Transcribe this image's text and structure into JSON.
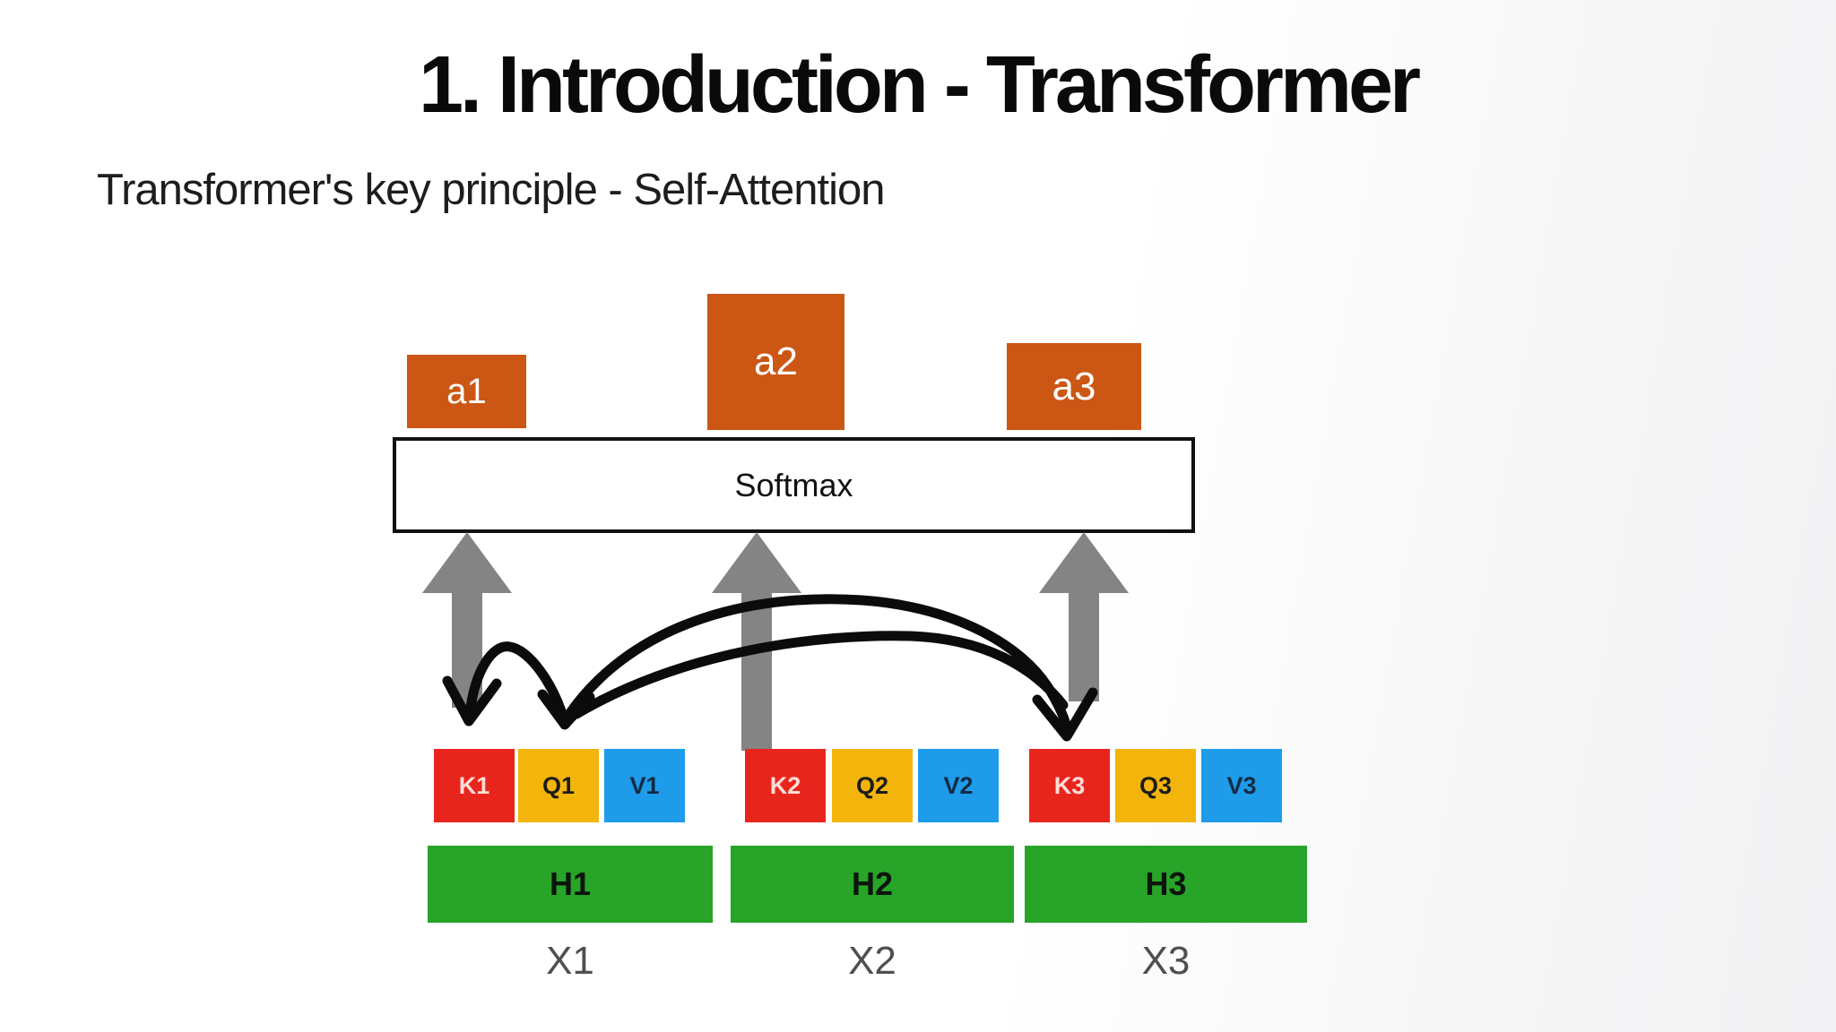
{
  "slide": {
    "title": "1. Introduction - Transformer",
    "subtitle": "Transformer's key principle - Self-Attention"
  },
  "diagram": {
    "softmax_label": "Softmax",
    "weights": [
      {
        "label": "a1"
      },
      {
        "label": "a2"
      },
      {
        "label": "a3"
      }
    ],
    "groups": [
      {
        "key": "K1",
        "query": "Q1",
        "value": "V1",
        "hidden": "H1",
        "input": "X1"
      },
      {
        "key": "K2",
        "query": "Q2",
        "value": "V2",
        "hidden": "H2",
        "input": "X2"
      },
      {
        "key": "K3",
        "query": "Q3",
        "value": "V3",
        "hidden": "H3",
        "input": "X3"
      }
    ]
  },
  "colors": {
    "weight": "#CC5715",
    "key": "#E8251D",
    "query": "#F3B50B",
    "value": "#1E9CEA",
    "hidden": "#28A428",
    "arrow": "#848484",
    "doodle": "#0B0B0B"
  }
}
